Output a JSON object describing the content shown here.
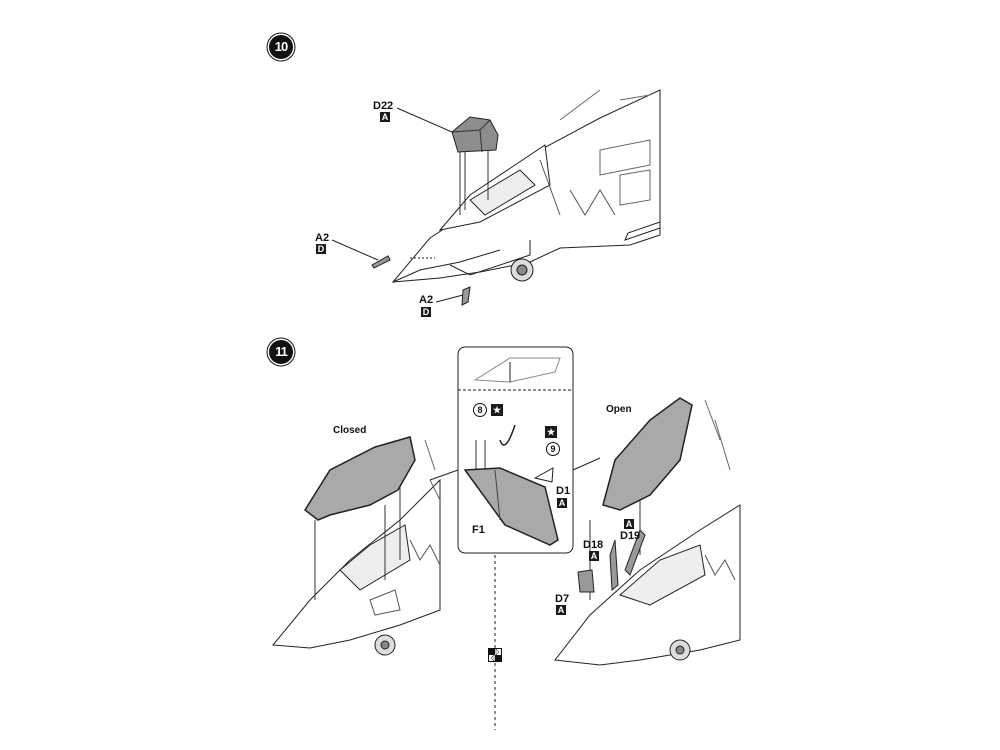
{
  "steps": [
    {
      "number": "10"
    },
    {
      "number": "11"
    }
  ],
  "step10": {
    "parts": [
      {
        "id": "D22",
        "sprue": "A"
      },
      {
        "id": "A2",
        "sprue": "D"
      },
      {
        "id": "A2",
        "sprue": "D"
      }
    ]
  },
  "step11": {
    "closed_label": "Closed",
    "open_label": "Open",
    "inset": {
      "decal_a": "8",
      "decal_b": "9",
      "star": "★",
      "parts": [
        {
          "id": "D1",
          "sprue": "A"
        },
        {
          "id": "F1"
        }
      ]
    },
    "parts": [
      {
        "id": "D19",
        "sprue": "A"
      },
      {
        "id": "D18",
        "sprue": "A"
      },
      {
        "id": "D7",
        "sprue": "A"
      }
    ]
  },
  "icons": {
    "choice": "alternative-build-icon"
  },
  "colors": {
    "canopy": "#a9a9a9",
    "ink": "#111111",
    "part_grey": "#8d8d8d"
  }
}
